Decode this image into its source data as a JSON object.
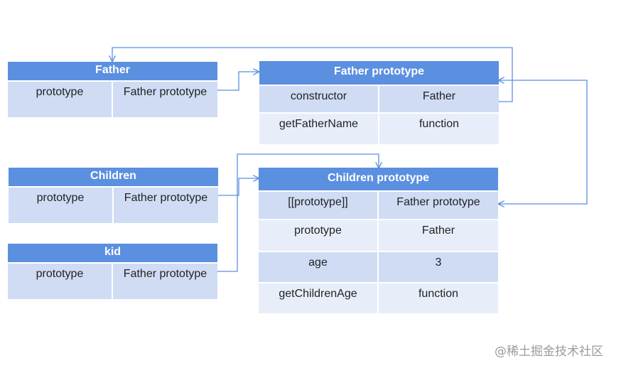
{
  "father": {
    "title": "Father",
    "rows": [
      {
        "key": "prototype",
        "value": "Father prototype"
      }
    ]
  },
  "father_prototype": {
    "title": "Father  prototype",
    "rows": [
      {
        "key": "constructor",
        "value": "Father"
      },
      {
        "key": "getFatherName",
        "value": "function"
      }
    ]
  },
  "children": {
    "title": "Children",
    "rows": [
      {
        "key": "prototype",
        "value": "Father prototype"
      }
    ]
  },
  "kid": {
    "title": "kid",
    "rows": [
      {
        "key": "prototype",
        "value": "Father prototype"
      }
    ]
  },
  "children_prototype": {
    "title": "Children  prototype",
    "rows": [
      {
        "key": "[[prototype]]",
        "value": "Father prototype"
      },
      {
        "key": "prototype",
        "value": "Father"
      },
      {
        "key": "age",
        "value": "3"
      },
      {
        "key": "getChildrenAge",
        "value": "function"
      }
    ]
  },
  "watermark": "@稀土掘金技术社区",
  "colors": {
    "header": "#5b8fe0",
    "row_dark": "#cfdcf4",
    "row_light": "#e8eef9",
    "connector": "#5b8fe0"
  }
}
